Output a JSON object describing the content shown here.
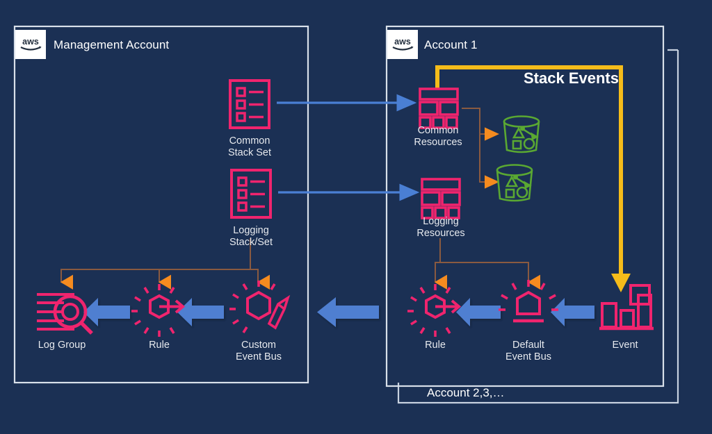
{
  "diagram": {
    "title": "AWS Organizations CloudFormation StackSet and EventBridge event routing diagram",
    "background_color": "#1b3054",
    "colors": {
      "background": "#1b3054",
      "frame_border": "#d9e0ea",
      "aws_resource_pink": "#f0246e",
      "storage_green": "#5aa832",
      "arrow_blue": "#4a7fd4",
      "arrow_blue_thick": "#4f7fd1",
      "arrow_orange_line": "#8a5a40",
      "arrow_orange_head": "#f58b1f",
      "arrow_yellow": "#f5bc1a",
      "text_white": "#ffffff"
    }
  },
  "accounts": {
    "management": {
      "label": "Management Account",
      "badge_icon": "aws-logo-icon"
    },
    "account1": {
      "label": "Account 1",
      "badge_icon": "aws-logo-icon"
    },
    "account_others": {
      "label": "Account 2,3,…"
    }
  },
  "annotations": {
    "stack_events": "Stack Events"
  },
  "nodes": {
    "common_stack_set": {
      "label": "Common\nStack Set",
      "icon": "cloudformation-stackset-icon",
      "color": "#f0246e"
    },
    "logging_stack_set": {
      "label": "Logging\nStack/Set",
      "icon": "cloudformation-stackset-icon",
      "color": "#f0246e"
    },
    "log_group": {
      "label": "Log Group",
      "icon": "cloudwatch-log-group-icon",
      "color": "#f0246e"
    },
    "rule_left": {
      "label": "Rule",
      "icon": "eventbridge-rule-icon",
      "color": "#f0246e"
    },
    "custom_event_bus": {
      "label": "Custom\nEvent Bus",
      "icon": "eventbridge-custom-event-bus-icon",
      "color": "#f0246e"
    },
    "common_resources": {
      "label": "Common\nResources",
      "icon": "cloudformation-stack-icon",
      "color": "#f0246e"
    },
    "logging_resources": {
      "label": "Logging\nResources",
      "icon": "cloudformation-stack-icon",
      "color": "#f0246e"
    },
    "bucket_top": {
      "label": "",
      "icon": "s3-bucket-icon",
      "color": "#5aa832"
    },
    "bucket_bottom": {
      "label": "",
      "icon": "s3-bucket-icon",
      "color": "#5aa832"
    },
    "rule_right": {
      "label": "Rule",
      "icon": "eventbridge-rule-icon",
      "color": "#f0246e"
    },
    "default_event_bus": {
      "label": "Default\nEvent Bus",
      "icon": "eventbridge-default-event-bus-icon",
      "color": "#f0246e"
    },
    "event": {
      "label": "Event",
      "icon": "eventbridge-event-icon",
      "color": "#f0246e"
    }
  },
  "connections": [
    {
      "name": "common-stackset-to-common-resources",
      "type": "thin-blue-arrow",
      "direction": "right"
    },
    {
      "name": "logging-stackset-to-logging-resources",
      "type": "thin-blue-arrow",
      "direction": "right"
    },
    {
      "name": "common-resources-to-bucket-top",
      "type": "orange-arrow",
      "direction": "right"
    },
    {
      "name": "common-resources-to-bucket-bottom",
      "type": "orange-arrow",
      "direction": "right"
    },
    {
      "name": "common-resources-to-stack-events",
      "type": "yellow-arrow",
      "direction": "down"
    },
    {
      "name": "logging-stackset-to-bottom-row",
      "type": "orange-arrow",
      "direction": "down"
    },
    {
      "name": "logging-resources-to-bottom-row",
      "type": "orange-arrow",
      "direction": "down"
    },
    {
      "name": "custom-event-bus-to-log-group-chain",
      "type": "thick-blue-arrow",
      "direction": "left"
    },
    {
      "name": "account1-to-management",
      "type": "thick-blue-arrow",
      "direction": "left"
    },
    {
      "name": "event-to-default-event-bus",
      "type": "thick-blue-arrow",
      "direction": "left"
    },
    {
      "name": "default-event-bus-to-rule-right",
      "type": "thick-blue-arrow",
      "direction": "left"
    }
  ]
}
